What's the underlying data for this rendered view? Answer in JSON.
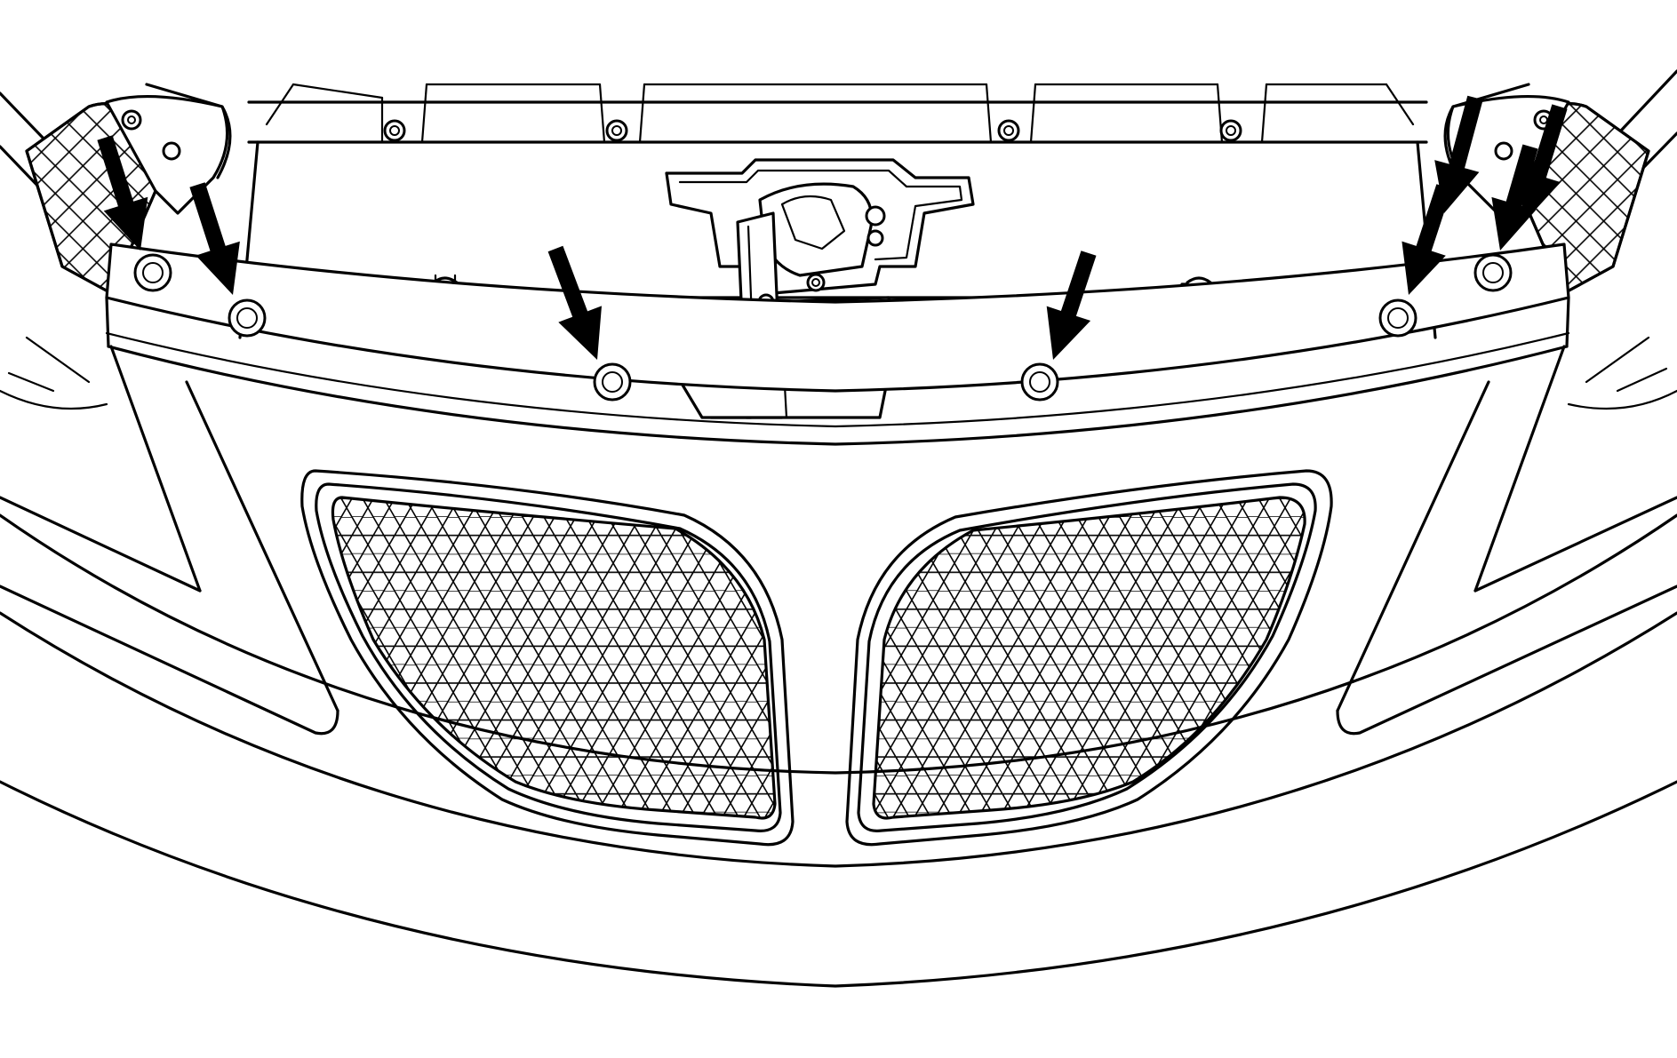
{
  "diagram": {
    "subject": "front-fascia-upper-fastener-locations",
    "line_color": "#000000",
    "background_color": "#ffffff",
    "fastener_count": 8,
    "callout_arrow_count": 8,
    "grille_openings": 2,
    "grille_pattern": "honeycomb",
    "corner_pattern": "diamond-mesh"
  }
}
